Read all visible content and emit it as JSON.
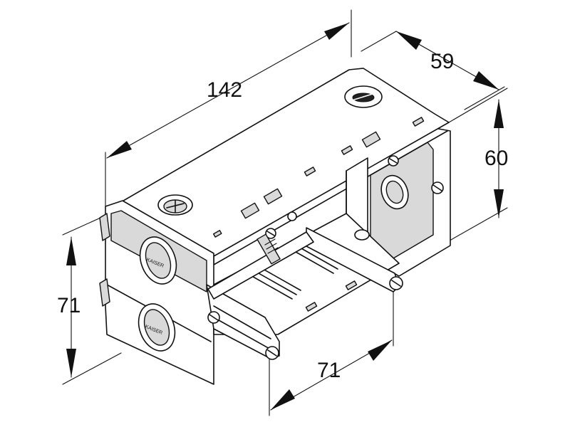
{
  "diagram": {
    "dimensions": {
      "length": "142",
      "depth": "59",
      "height_rear": "60",
      "height_front": "71",
      "width_front": "71"
    },
    "part_marking": "KAISER",
    "colors": {
      "line": "#111111",
      "background": "#ffffff",
      "shade": "#d9d9d9"
    }
  }
}
